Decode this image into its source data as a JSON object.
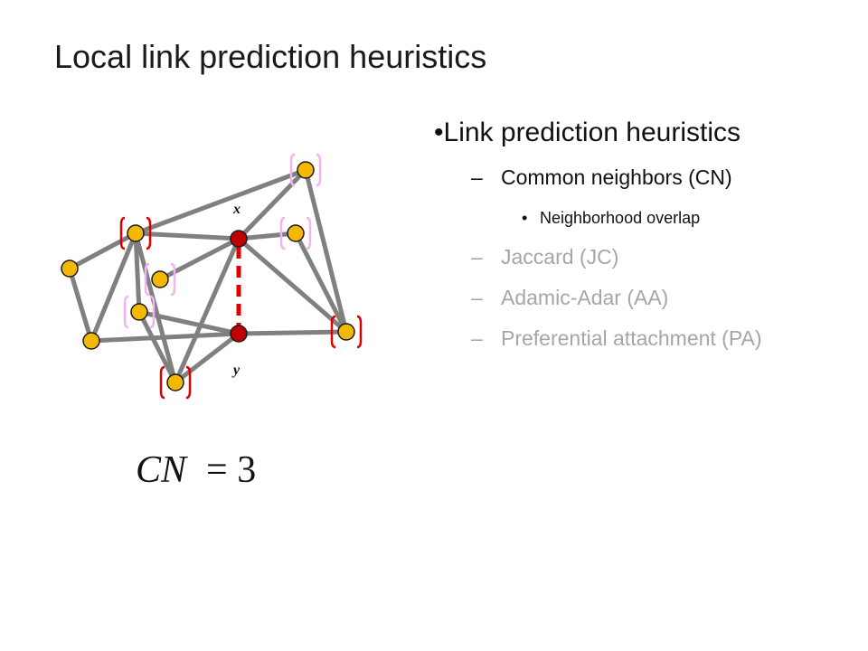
{
  "title": "Local link prediction heuristics",
  "bullets": {
    "main": "Link prediction heuristics",
    "items": [
      {
        "label": "Common neighbors (CN)",
        "sub": "Neighborhood overlap",
        "active": true
      },
      {
        "label": "Jaccard (JC)",
        "active": false
      },
      {
        "label": "Adamic-Adar (AA)",
        "active": false
      },
      {
        "label": "Preferential attachment (PA)",
        "active": false
      }
    ]
  },
  "graph": {
    "x_label": "x",
    "y_label": "y",
    "colors": {
      "edge": "#808080",
      "node": "#f5b800",
      "target_node": "#c00000",
      "predicted_link": "#e00000",
      "bracket_highlight": "#e00000",
      "bracket_faint": "#f3b3f3"
    }
  },
  "formula": {
    "lhs": "CN",
    "operator": "=",
    "rhs": "3"
  }
}
